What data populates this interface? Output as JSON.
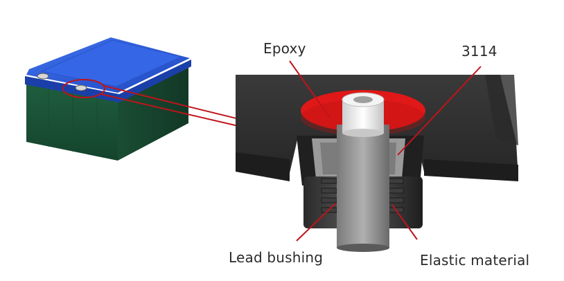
{
  "labels": {
    "epoxy": "Epoxy",
    "part_number": "3114",
    "lead_bushing": "Lead bushing",
    "elastic_material": "Elastic material"
  },
  "colors": {
    "battery_lid": "#2a5bd8",
    "battery_body": "#1f5a3c",
    "epoxy_red": "#e01818",
    "callout_red": "#c0141a",
    "housing_dark": "#2f2f2f",
    "terminal_gray": "#6e6e6e"
  }
}
